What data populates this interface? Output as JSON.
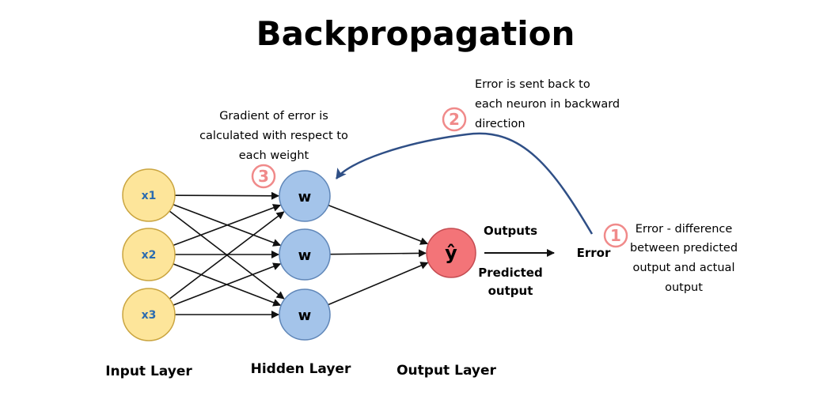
{
  "title": "Backpropagation",
  "colors": {
    "input_fill": "#fde59a",
    "input_stroke": "#caa540",
    "input_text": "#2b6cb0",
    "hidden_fill": "#a4c4ea",
    "hidden_stroke": "#5f86b8",
    "output_fill": "#f37478",
    "output_stroke": "#c44c52",
    "badge": "#f08a8a",
    "back_arrow": "#2f4f86",
    "arrow": "#111111"
  },
  "nodes": {
    "inputs": [
      "x1",
      "x2",
      "x3"
    ],
    "hidden": [
      "w",
      "w",
      "w"
    ],
    "output": "ŷ"
  },
  "layers": {
    "input": "Input Layer",
    "hidden": "Hidden Layer",
    "output": "Output Layer"
  },
  "labels": {
    "outputs": "Outputs",
    "predicted_line1": "Predicted",
    "predicted_line2": "output",
    "error": "Error"
  },
  "steps": [
    {
      "number": "1",
      "lines": [
        "Error - difference",
        "between predicted",
        "output and actual",
        "output"
      ]
    },
    {
      "number": "2",
      "lines": [
        "Error is sent back to",
        "each neuron in backward",
        "direction"
      ]
    },
    {
      "number": "3",
      "lines": [
        "Gradient of error is",
        "calculated with respect to",
        "each weight"
      ]
    }
  ],
  "icons": {
    "back_arrow": "curved-arrow-left-icon",
    "forward_arrow": "arrow-right-icon"
  }
}
